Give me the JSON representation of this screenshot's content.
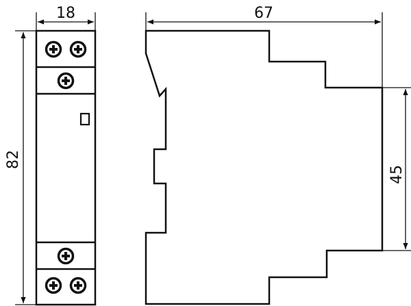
{
  "dimensions": {
    "front_width": "18",
    "front_height": "82",
    "side_width": "67",
    "side_height": "45"
  },
  "colors": {
    "ink": "#111111",
    "background": "#ffffff"
  }
}
